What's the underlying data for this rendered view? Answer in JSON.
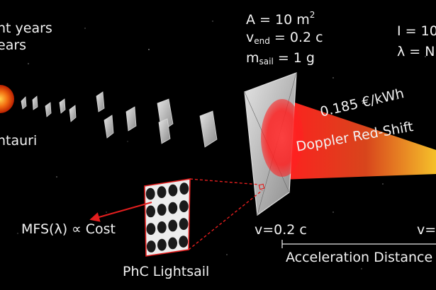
{
  "star": {
    "distance_light_years": "nt years",
    "distance_years": "ears",
    "name": "ntauri"
  },
  "sail_params": {
    "area_var": "A",
    "area_eq": " = 10 m",
    "area_exp": "2",
    "vend_var": "v",
    "vend_sub": "end",
    "vend_eq": " = 0.2 c",
    "msail_var": "m",
    "msail_sub": "sail",
    "msail_eq": " = 1 g"
  },
  "laser_params": {
    "intensity": "I = 10",
    "wavelength": "λ = N"
  },
  "beam": {
    "cost_label": "0.185 €/kWh",
    "doppler_label": "Doppler Red-Shift"
  },
  "lightsail_label": "PhC Lightsail",
  "merit": "MFS(λ) ∝  Cost",
  "velocity_mid": "v=0.2 c",
  "velocity_right": "v=",
  "accel_distance": "Acceleration Distance",
  "colors": {
    "beam_start": "#ff2a2a",
    "beam_end": "#f5c02a",
    "sun": "#f05a0a",
    "arrow": "#e21e1e",
    "sail": "#bfbfbf"
  }
}
